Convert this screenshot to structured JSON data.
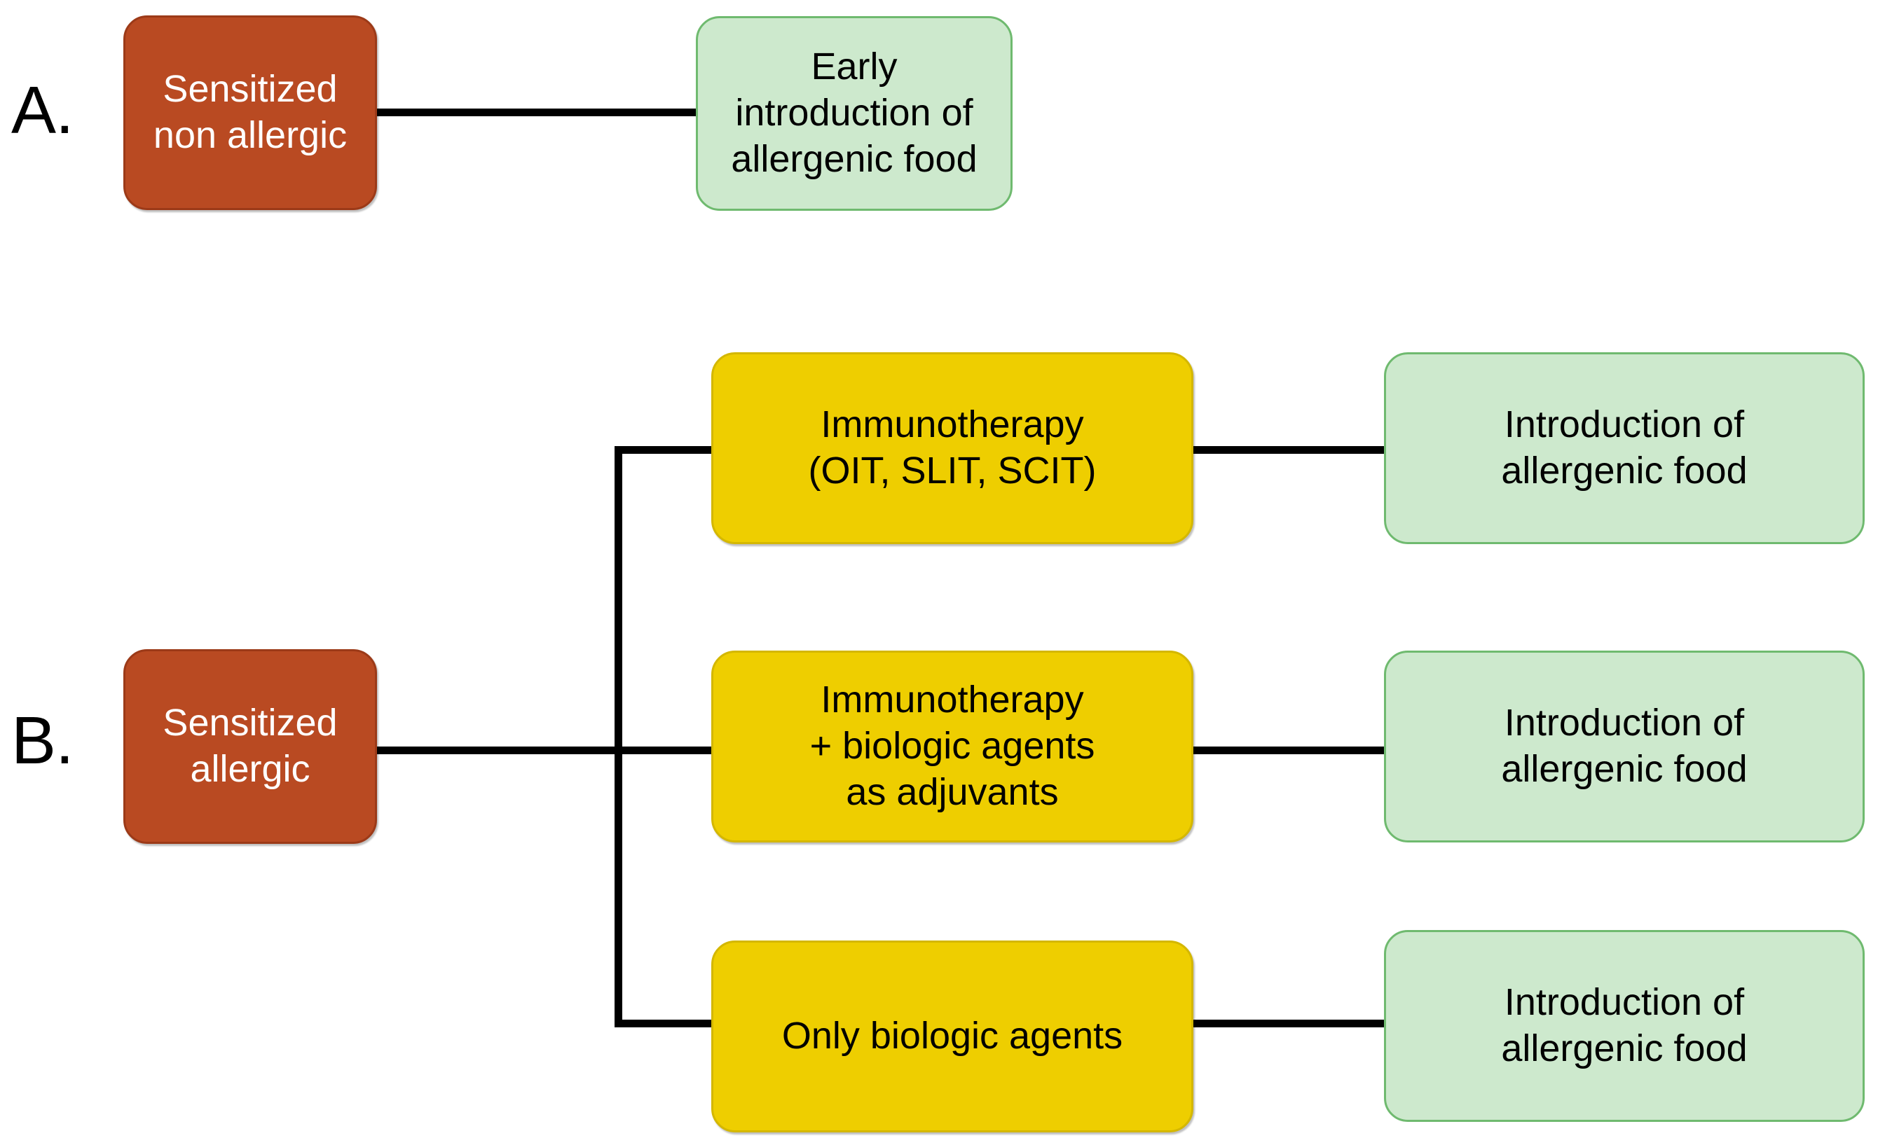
{
  "figure": {
    "type": "flowchart",
    "panels": [
      {
        "id": "A",
        "letter": "A.",
        "nodes": [
          {
            "id": "a-source",
            "role": "patient-phenotype",
            "color": "#b94a22",
            "text": "Sensitized\nnon allergic"
          },
          {
            "id": "a-outcome",
            "role": "outcome",
            "color": "#cde9cd",
            "text": "Early introduction of\nallergenic food"
          }
        ],
        "edges": [
          {
            "from": "a-source",
            "to": "a-outcome"
          }
        ]
      },
      {
        "id": "B",
        "letter": "B.",
        "nodes": [
          {
            "id": "b-source",
            "role": "patient-phenotype",
            "color": "#b94a22",
            "text": "Sensitized\nallergic"
          },
          {
            "id": "b-treat-1",
            "role": "treatment",
            "color": "#eece00",
            "text": "Immunotherapy\n(OIT, SLIT, SCIT)"
          },
          {
            "id": "b-treat-2",
            "role": "treatment",
            "color": "#eece00",
            "text": "Immunotherapy\n+ biologic agents\nas adjuvants"
          },
          {
            "id": "b-treat-3",
            "role": "treatment",
            "color": "#eece00",
            "text": "Only biologic agents"
          },
          {
            "id": "b-outcome-1",
            "role": "outcome",
            "color": "#cde9cd",
            "text": "Introduction of\nallergenic food"
          },
          {
            "id": "b-outcome-2",
            "role": "outcome",
            "color": "#cde9cd",
            "text": "Introduction of\nallergenic food"
          },
          {
            "id": "b-outcome-3",
            "role": "outcome",
            "color": "#cde9cd",
            "text": "Introduction of\nallergenic food"
          }
        ],
        "edges": [
          {
            "from": "b-source",
            "to": "b-treat-1"
          },
          {
            "from": "b-source",
            "to": "b-treat-2"
          },
          {
            "from": "b-source",
            "to": "b-treat-3"
          },
          {
            "from": "b-treat-1",
            "to": "b-outcome-1"
          },
          {
            "from": "b-treat-2",
            "to": "b-outcome-2"
          },
          {
            "from": "b-treat-3",
            "to": "b-outcome-3"
          }
        ]
      }
    ],
    "colors": {
      "phenotype_fill": "#b94a22",
      "phenotype_border": "#9c3a18",
      "phenotype_text": "#ffffff",
      "treatment_fill": "#eece00",
      "treatment_border": "#d4b700",
      "treatment_text": "#000000",
      "outcome_fill": "#cde9cd",
      "outcome_border": "#6fba6f",
      "outcome_text": "#000000",
      "connector": "#000000",
      "background": "#ffffff"
    }
  }
}
